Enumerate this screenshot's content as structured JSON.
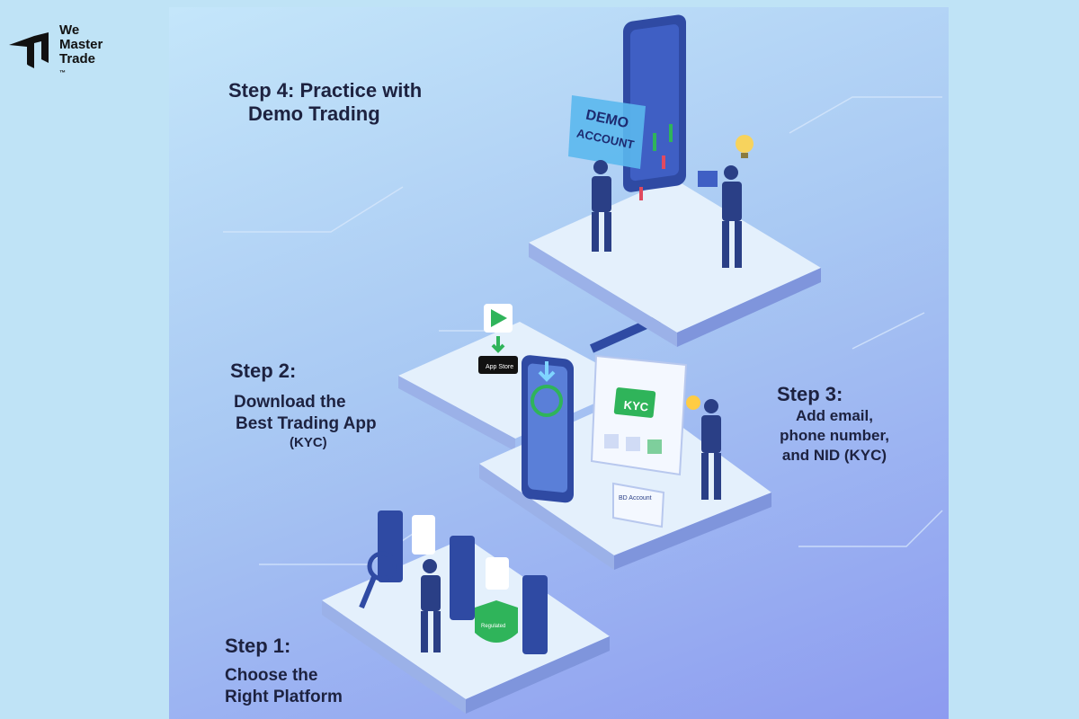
{
  "brand": {
    "line1": "We",
    "line2": "Master",
    "line3": "Trade",
    "tm": "™"
  },
  "steps": {
    "s4": {
      "title": "Step 4: Practice with",
      "line1": "Demo Trading"
    },
    "s2": {
      "title": "Step 2:",
      "line1": "Download the",
      "line2": "Best Trading App",
      "line3": "(KYC)"
    },
    "s3": {
      "title": "Step 3:",
      "line1": "Add email,",
      "line2": "phone number,",
      "line3": "and NID (KYC)"
    },
    "s1": {
      "title": "Step 1:",
      "line1": "Choose the",
      "line2": "Right Platform"
    }
  },
  "illustration": {
    "demo_sign_line1": "DEMO",
    "demo_sign_line2": "ACCOUNT",
    "kyc_label": "KYC",
    "app_store_label": "App Store",
    "bd_account_label": "BD Account",
    "shield_label": "Regulated"
  },
  "colors": {
    "platform_top": "#e4f0fc",
    "platform_side": "#9bb1e8",
    "suit": "#2a3f86",
    "accent_green": "#2fb45a",
    "phone": "#2f4aa3"
  }
}
